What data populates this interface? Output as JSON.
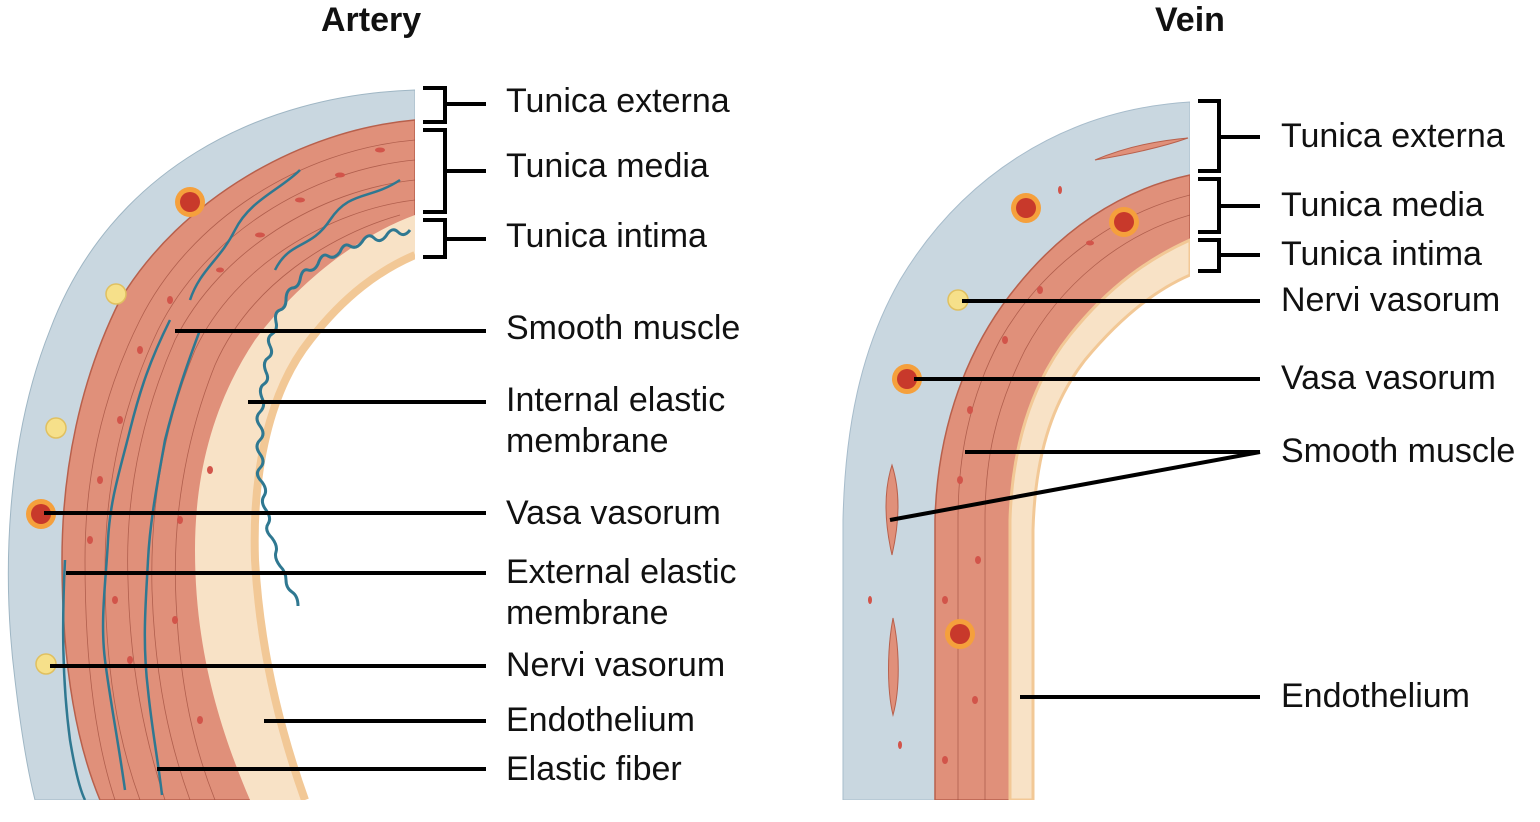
{
  "colors": {
    "tunica_externa": "#c9d7e0",
    "muscle": "#e0907a",
    "muscle_dark": "#9c4a3a",
    "nucleus": "#d2544a",
    "intima": "#f8e2c6",
    "endothelium": "#f2c896",
    "elastic_fiber": "#2f7891",
    "vasa_outer": "#f5a03c",
    "vasa_inner": "#c8392b",
    "nerve": "#f6e08a",
    "leader": "#000000"
  },
  "artery": {
    "title": "Artery",
    "labels": [
      {
        "id": "tunica-externa",
        "text": "Tunica externa"
      },
      {
        "id": "tunica-media",
        "text": "Tunica media"
      },
      {
        "id": "tunica-intima",
        "text": "Tunica intima"
      },
      {
        "id": "smooth-muscle",
        "text": "Smooth muscle"
      },
      {
        "id": "internal-elastic-membrane",
        "text": "Internal elastic",
        "text2": "membrane"
      },
      {
        "id": "vasa-vasorum",
        "text": "Vasa vasorum"
      },
      {
        "id": "external-elastic-membrane",
        "text": "External elastic",
        "text2": "membrane"
      },
      {
        "id": "nervi-vasorum",
        "text": "Nervi vasorum"
      },
      {
        "id": "endothelium",
        "text": "Endothelium"
      },
      {
        "id": "elastic-fiber",
        "text": "Elastic fiber"
      }
    ]
  },
  "vein": {
    "title": "Vein",
    "labels": [
      {
        "id": "tunica-externa",
        "text": "Tunica externa"
      },
      {
        "id": "tunica-media",
        "text": "Tunica media"
      },
      {
        "id": "tunica-intima",
        "text": "Tunica intima"
      },
      {
        "id": "nervi-vasorum",
        "text": "Nervi vasorum"
      },
      {
        "id": "vasa-vasorum",
        "text": "Vasa vasorum"
      },
      {
        "id": "smooth-muscle",
        "text": "Smooth muscle"
      },
      {
        "id": "endothelium",
        "text": "Endothelium"
      }
    ]
  }
}
